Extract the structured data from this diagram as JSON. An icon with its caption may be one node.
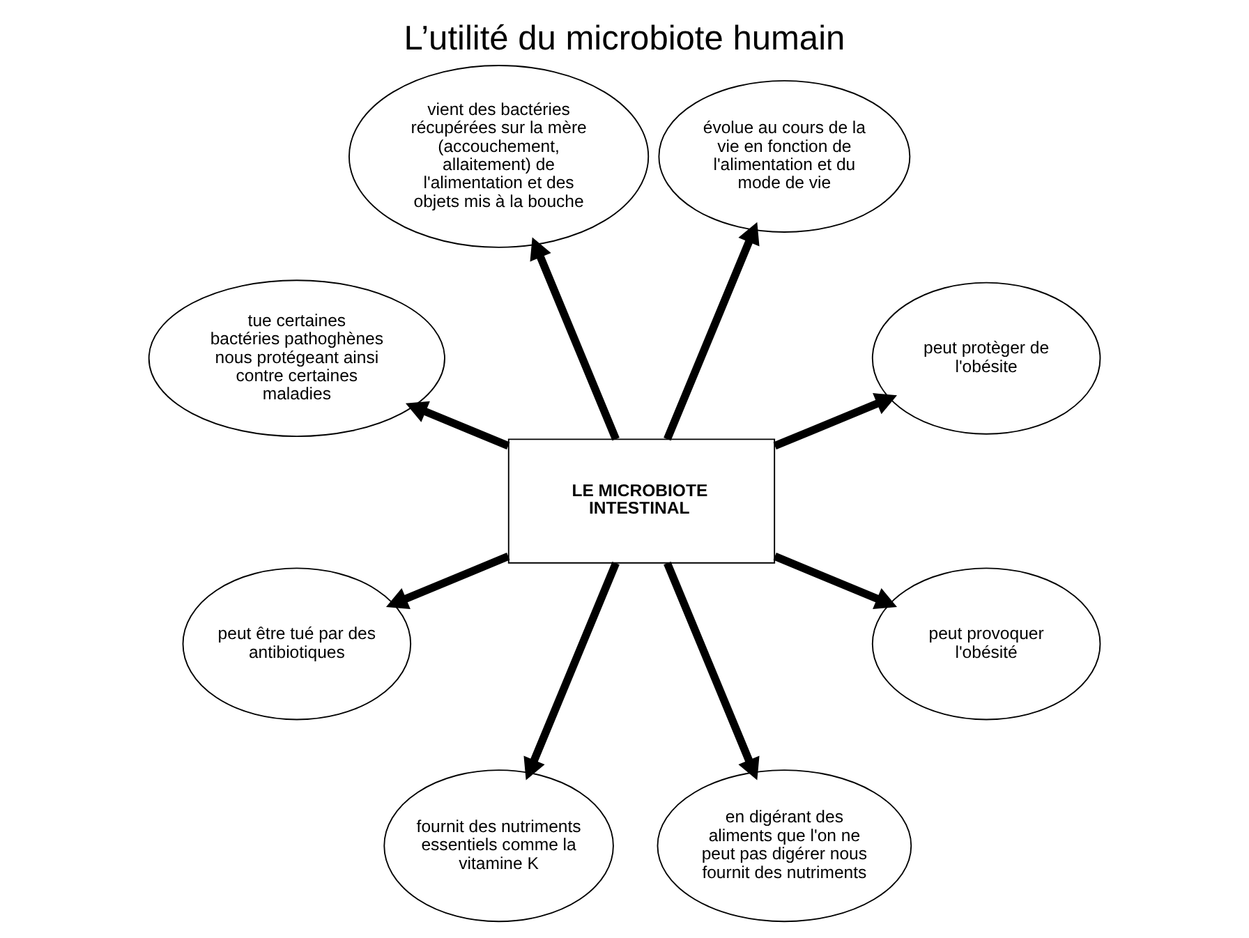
{
  "diagram": {
    "title": "L’utilité du microbiote humain",
    "nodes": [
      {
        "text": [
          "LE MICROBIOTE INTESTINAL"
        ]
      },
      {
        "text": [
          "tue certaines bactéries pathoghènes nous protégeant ainsi contre certaines maladies"
        ]
      },
      {
        "text": [
          "vient des bactéries récupérées sur la mère (accouchement, allaitement) de l'alimentation et des objets mis à la bouche"
        ]
      },
      {
        "text": [
          "évolue au cours de la vie en fonction de l'alimentation et du mode de vie"
        ]
      },
      {
        "text": [
          "peut être tué par des antibiotiques"
        ]
      },
      {
        "text": [
          "peut protèger de l'obésite"
        ]
      },
      {
        "text": [
          "fournit des nutriments essentiels comme la vitamine K"
        ]
      },
      {
        "text": [
          "en digérant des aliments que l'on ne peut pas digérer nous fournit des nutriments"
        ]
      },
      {
        "text": [
          "peut provoquer l'obésité"
        ]
      }
    ],
    "edges": [
      {
        "from": 0,
        "to": 1,
        "arrow": "to"
      },
      {
        "from": 0,
        "to": 2,
        "arrow": "to"
      },
      {
        "from": 0,
        "to": 3,
        "arrow": "to"
      },
      {
        "from": 0,
        "to": 4,
        "arrow": "to"
      },
      {
        "from": 0,
        "to": 5,
        "arrow": "to"
      },
      {
        "from": 0,
        "to": 6,
        "arrow": "to"
      },
      {
        "from": 0,
        "to": 7,
        "arrow": "to"
      },
      {
        "from": 0,
        "to": 8,
        "arrow": "to"
      }
    ]
  }
}
